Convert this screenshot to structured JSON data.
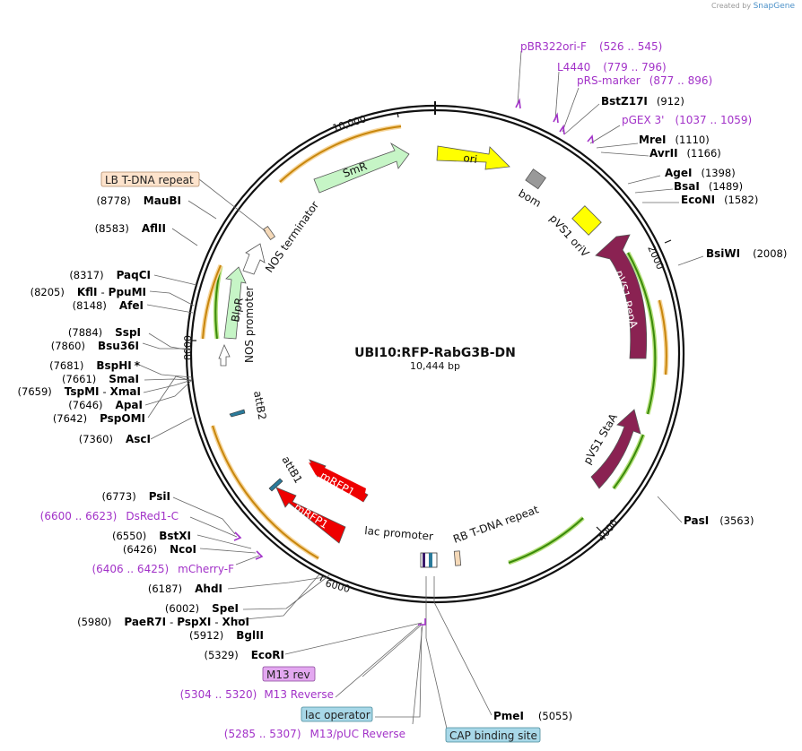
{
  "credit": {
    "prefix": "Created by",
    "brand": "SnapGene"
  },
  "plasmid": {
    "name": "UBI10:RFP-RabG3B-DN",
    "length": "10,444 bp"
  },
  "ticks": [
    "10,000",
    "2000",
    "4000",
    "6000",
    "8000"
  ],
  "features": [
    {
      "label": "SmR",
      "color": "#c6f5c6"
    },
    {
      "label": "ori",
      "color": "#ffff00"
    },
    {
      "label": "bom",
      "color": "#999999"
    },
    {
      "label": "pVS1 oriV",
      "color": "#ffff00"
    },
    {
      "label": "pVS1 RepA",
      "color": "#8a2252"
    },
    {
      "label": "pVS1 StaA",
      "color": "#8a2252"
    },
    {
      "label": "RB T-DNA repeat",
      "color": "#f5d9b8"
    },
    {
      "label": "lac promoter",
      "color": "#ffffff"
    },
    {
      "label": "mRFP1",
      "color": "#ee0000"
    },
    {
      "label": "mRFP1",
      "color": "#ee0000"
    },
    {
      "label": "attB1",
      "color": "#2a7a9a"
    },
    {
      "label": "attB2",
      "color": "#2a7a9a"
    },
    {
      "label": "NOS promoter",
      "color": "#ffffff"
    },
    {
      "label": "BlpR",
      "color": "#c6f5c6"
    },
    {
      "label": "NOS terminator",
      "color": "#ffffff"
    },
    {
      "label": "LB T-DNA repeat",
      "color": "#f5d9b8"
    }
  ],
  "enzymes": [
    {
      "name": "BstZ17I",
      "pos": "(912)"
    },
    {
      "name": "MreI",
      "pos": "(1110)"
    },
    {
      "name": "AvrII",
      "pos": "(1166)"
    },
    {
      "name": "AgeI",
      "pos": "(1398)"
    },
    {
      "name": "BsaI",
      "pos": "(1489)"
    },
    {
      "name": "EcoNI",
      "pos": "(1582)"
    },
    {
      "name": "BsiWI",
      "pos": "(2008)"
    },
    {
      "name": "PasI",
      "pos": "(3563)"
    },
    {
      "name": "PmeI",
      "pos": "(5055)"
    },
    {
      "name": "EcoRI",
      "pos": "(5329)"
    },
    {
      "name": "BglII",
      "pos": "(5912)"
    },
    {
      "name": "PaeR7I",
      "name2": "PspXI",
      "name3": "XhoI",
      "pos": "(5980)"
    },
    {
      "name": "SpeI",
      "pos": "(6002)"
    },
    {
      "name": "AhdI",
      "pos": "(6187)"
    },
    {
      "name": "NcoI",
      "pos": "(6426)"
    },
    {
      "name": "BstXI",
      "pos": "(6550)"
    },
    {
      "name": "PsiI",
      "pos": "(6773)"
    },
    {
      "name": "AscI",
      "pos": "(7360)"
    },
    {
      "name": "PspOMI",
      "pos": "(7642)"
    },
    {
      "name": "ApaI",
      "pos": "(7646)"
    },
    {
      "name": "TspMI",
      "name2": "XmaI",
      "pos": "(7659)"
    },
    {
      "name": "SmaI",
      "pos": "(7661)"
    },
    {
      "name": "BspHI",
      "star": "*",
      "pos": "(7681)"
    },
    {
      "name": "Bsu36I",
      "pos": "(7860)"
    },
    {
      "name": "SspI",
      "pos": "(7884)"
    },
    {
      "name": "AfeI",
      "pos": "(8148)"
    },
    {
      "name": "KflI",
      "name2": "PpuMI",
      "pos": "(8205)"
    },
    {
      "name": "PaqCI",
      "pos": "(8317)"
    },
    {
      "name": "AflII",
      "pos": "(8583)"
    },
    {
      "name": "MauBI",
      "pos": "(8778)"
    }
  ],
  "primers": [
    {
      "name": "pBR322ori-F",
      "range": "(526 .. 545)"
    },
    {
      "name": "L4440",
      "range": "(779 .. 796)"
    },
    {
      "name": "pRS-marker",
      "range": "(877 .. 896)"
    },
    {
      "name": "pGEX 3'",
      "range": "(1037 .. 1059)"
    },
    {
      "name": "M13 Reverse",
      "range": "(5304 .. 5320)"
    },
    {
      "name": "M13/pUC Reverse",
      "range": "(5285 .. 5307)"
    },
    {
      "name": "mCherry-F",
      "range": "(6406 .. 6425)"
    },
    {
      "name": "DsRed1-C",
      "range": "(6600 .. 6623)"
    }
  ],
  "boxes": [
    {
      "label": "LB T-DNA repeat",
      "color": "#fde3cc"
    },
    {
      "label": "M13 rev",
      "color": "#e3a8f0"
    },
    {
      "label": "lac operator",
      "color": "#a8d8e8"
    },
    {
      "label": "CAP binding site",
      "color": "#a8d8e8"
    }
  ]
}
